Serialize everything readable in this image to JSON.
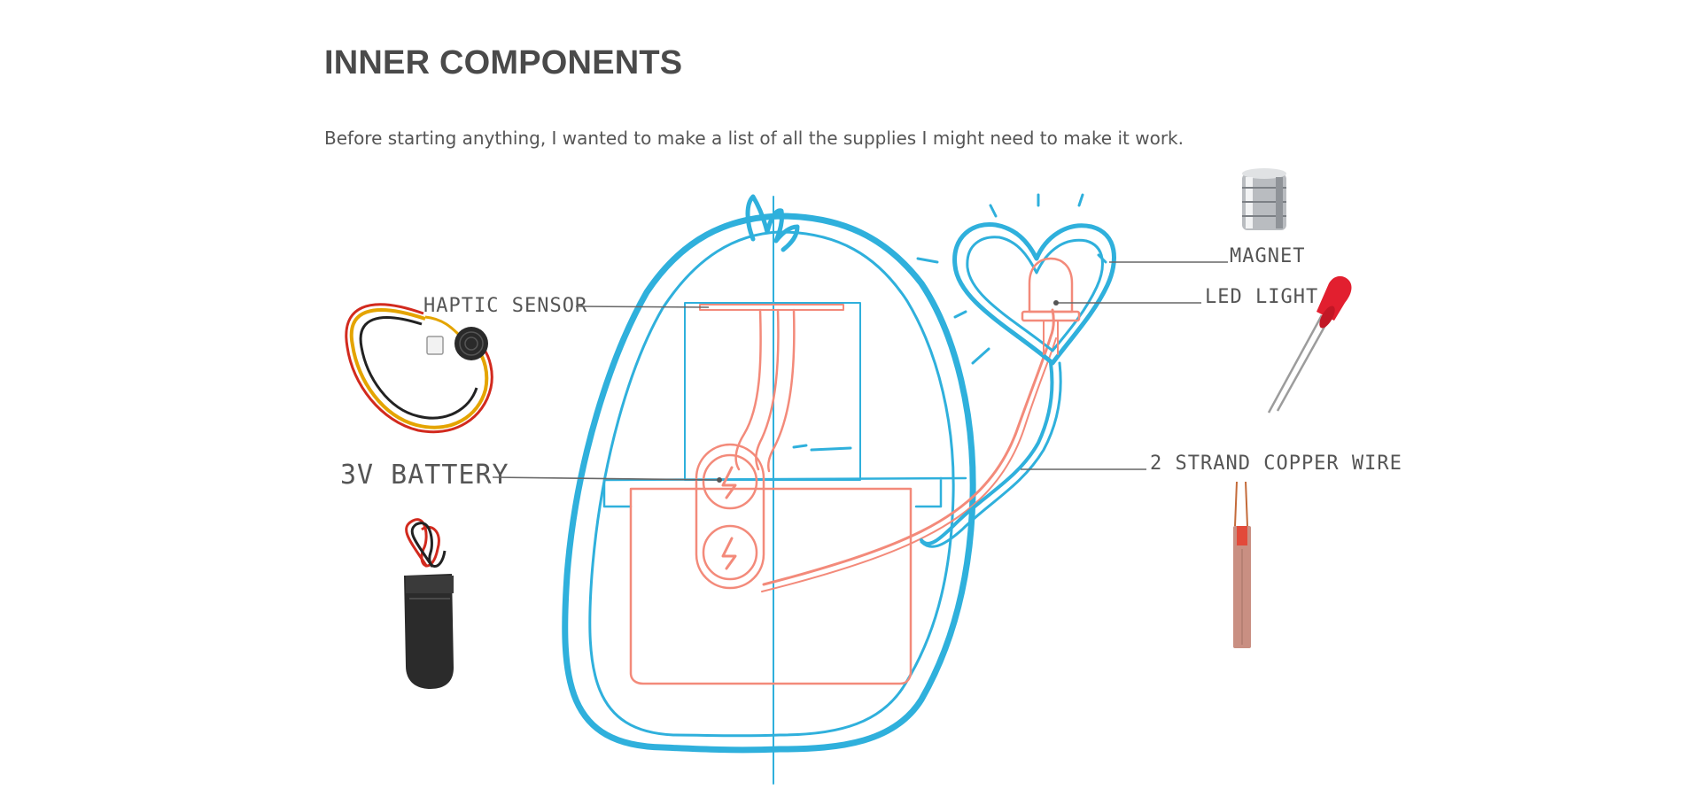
{
  "section": {
    "title": "INNER COMPONENTS",
    "intro": "Before starting anything, I wanted to make a list of all the supplies I might need to make it work."
  },
  "labels": {
    "haptic_sensor": "HAPTIC SENSOR",
    "battery": "3V BATTERY",
    "magnet": "MAGNET",
    "led_light": "LED LIGHT",
    "copper_wire": "2 STRAND COPPER  WIRE"
  },
  "colors": {
    "sketch_blue": "#2fb0dc",
    "sketch_salmon": "#f38a7a",
    "text": "#4a4a4a"
  }
}
